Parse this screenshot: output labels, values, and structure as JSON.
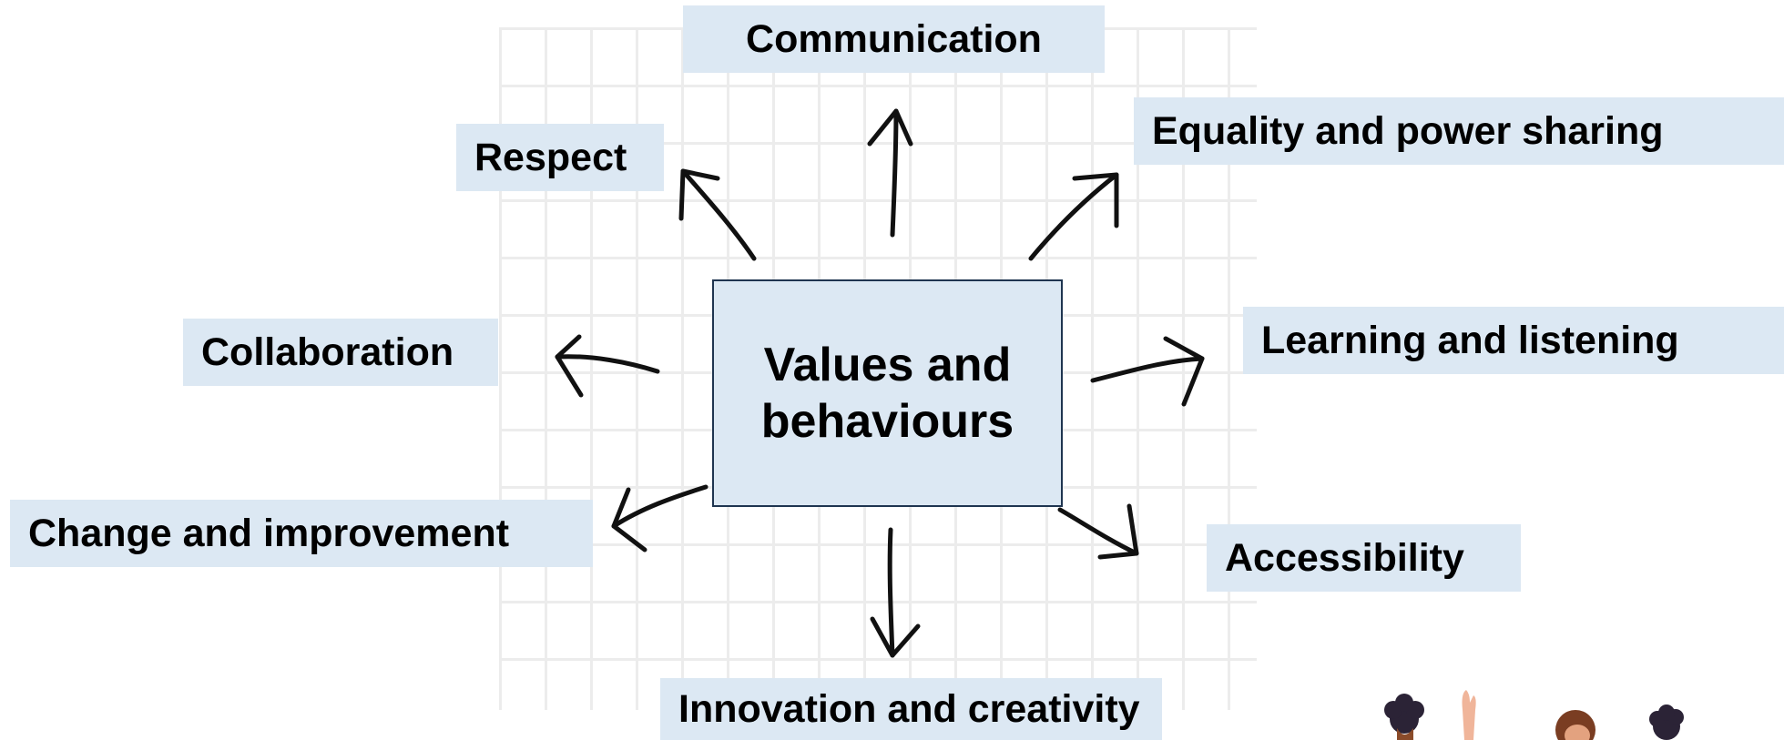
{
  "diagram": {
    "center": {
      "line1": "Values and",
      "line2": "behaviours"
    },
    "values": [
      "Communication",
      "Respect",
      "Equality and power sharing",
      "Collaboration",
      "Learning and listening",
      "Change and improvement",
      "Accessibility",
      "Innovation and creativity"
    ]
  },
  "colors": {
    "box_fill": "#dce8f3",
    "center_border": "#1f3550",
    "arrow": "#111111",
    "grid": "#ececec"
  },
  "icons": {
    "arrow": "hand-drawn-arrow-icon",
    "illustration": "people-illustration"
  }
}
